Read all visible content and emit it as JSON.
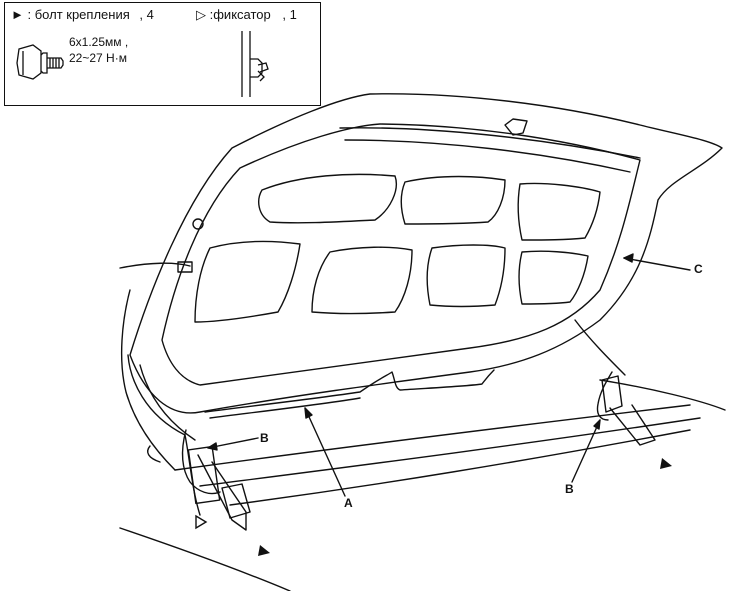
{
  "legend": {
    "bolt": {
      "symbol": "►",
      "label": ": болт крепления",
      "count": ", 4",
      "size": "6x1.25мм ,",
      "torque": "22~27 Н·м"
    },
    "clip": {
      "symbol": "▷",
      "label": ":фиксатор",
      "count": ", 1"
    }
  },
  "callouts": {
    "a": "A",
    "b_left": "B",
    "b_right": "B",
    "c": "C"
  },
  "icons": {
    "bolt": "bolt-icon",
    "clip": "clip-icon",
    "bolt_marker": "filled-triangle-icon"
  }
}
